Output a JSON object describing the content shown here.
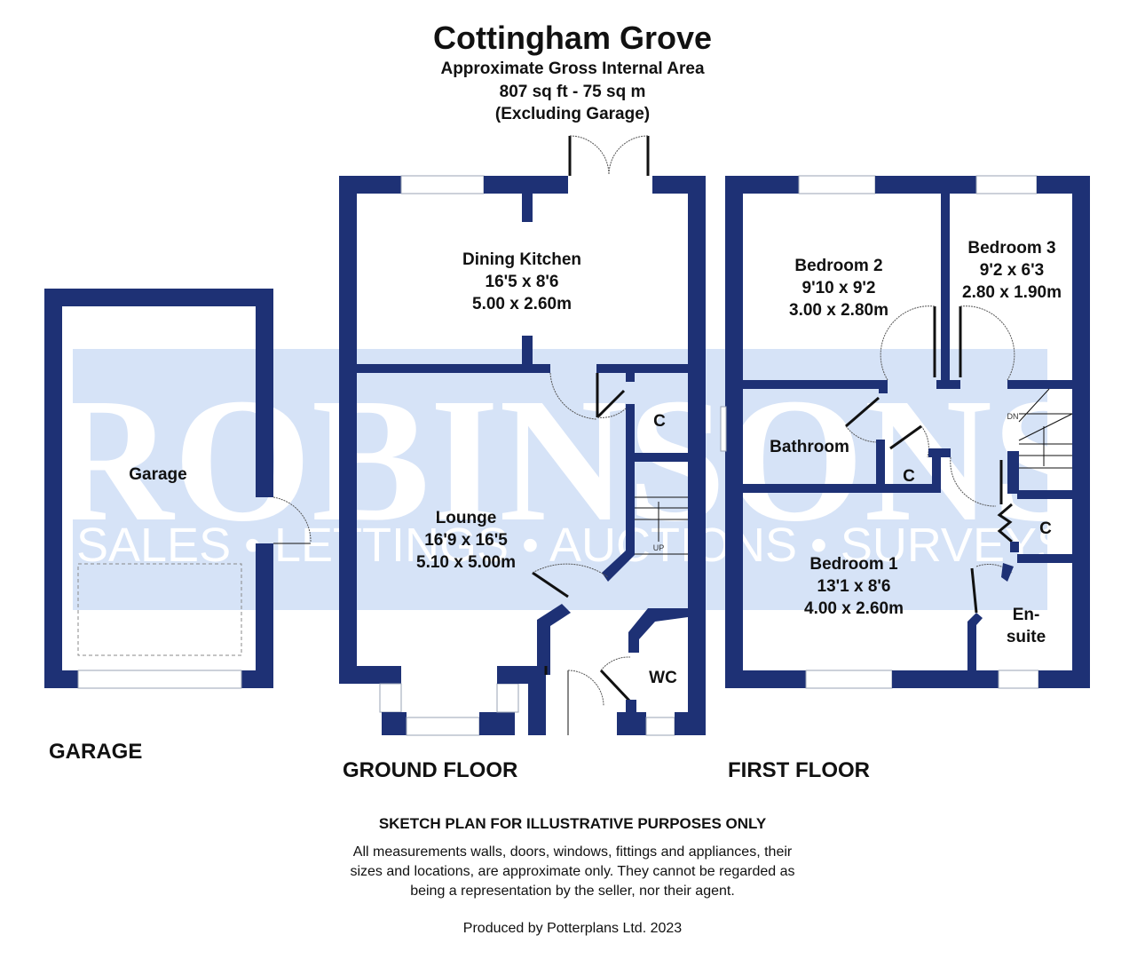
{
  "header": {
    "title": "Cottingham Grove",
    "subtitle": "Approximate Gross Internal Area",
    "area": "807 sq ft - 75 sq m",
    "note": "(Excluding Garage)"
  },
  "watermark": {
    "brand": "ROBINSONS",
    "tagline": "SALES • LETTINGS • AUCTIONS • SURVEYS"
  },
  "garage": {
    "floor_label": "GARAGE",
    "room": "Garage"
  },
  "ground_floor": {
    "floor_label": "GROUND FLOOR",
    "rooms": [
      {
        "name": "Dining Kitchen",
        "imperial": "16'5 x 8'6",
        "metric": "5.00 x 2.60m"
      },
      {
        "name": "Lounge",
        "imperial": "16'9 x 16'5",
        "metric": "5.10 x 5.00m"
      },
      {
        "name": "C"
      },
      {
        "name": "WC"
      }
    ],
    "stairs_label": "UP"
  },
  "first_floor": {
    "floor_label": "FIRST FLOOR",
    "rooms": [
      {
        "name": "Bedroom 2",
        "imperial": "9'10 x 9'2",
        "metric": "3.00 x 2.80m"
      },
      {
        "name": "Bedroom 3",
        "imperial": "9'2 x 6'3",
        "metric": "2.80 x 1.90m"
      },
      {
        "name": "Bathroom"
      },
      {
        "name": "C"
      },
      {
        "name": "C"
      },
      {
        "name": "Bedroom 1",
        "imperial": "13'1 x 8'6",
        "metric": "4.00 x 2.60m"
      },
      {
        "name": "En-",
        "name2": "suite"
      }
    ],
    "stairs_label": "DN"
  },
  "footer": {
    "disclaimer_title": "SKETCH PLAN FOR ILLUSTRATIVE PURPOSES ONLY",
    "disclaimer_lines": [
      "All measurements walls, doors, windows, fittings and appliances, their",
      "sizes and locations, are approximate only. They cannot be regarded as",
      "being a representation by the seller, nor their agent."
    ],
    "credit": "Produced by Potterplans Ltd. 2023"
  },
  "colors": {
    "wall": "#1e3175",
    "watermark_band": "#d6e3f7"
  }
}
